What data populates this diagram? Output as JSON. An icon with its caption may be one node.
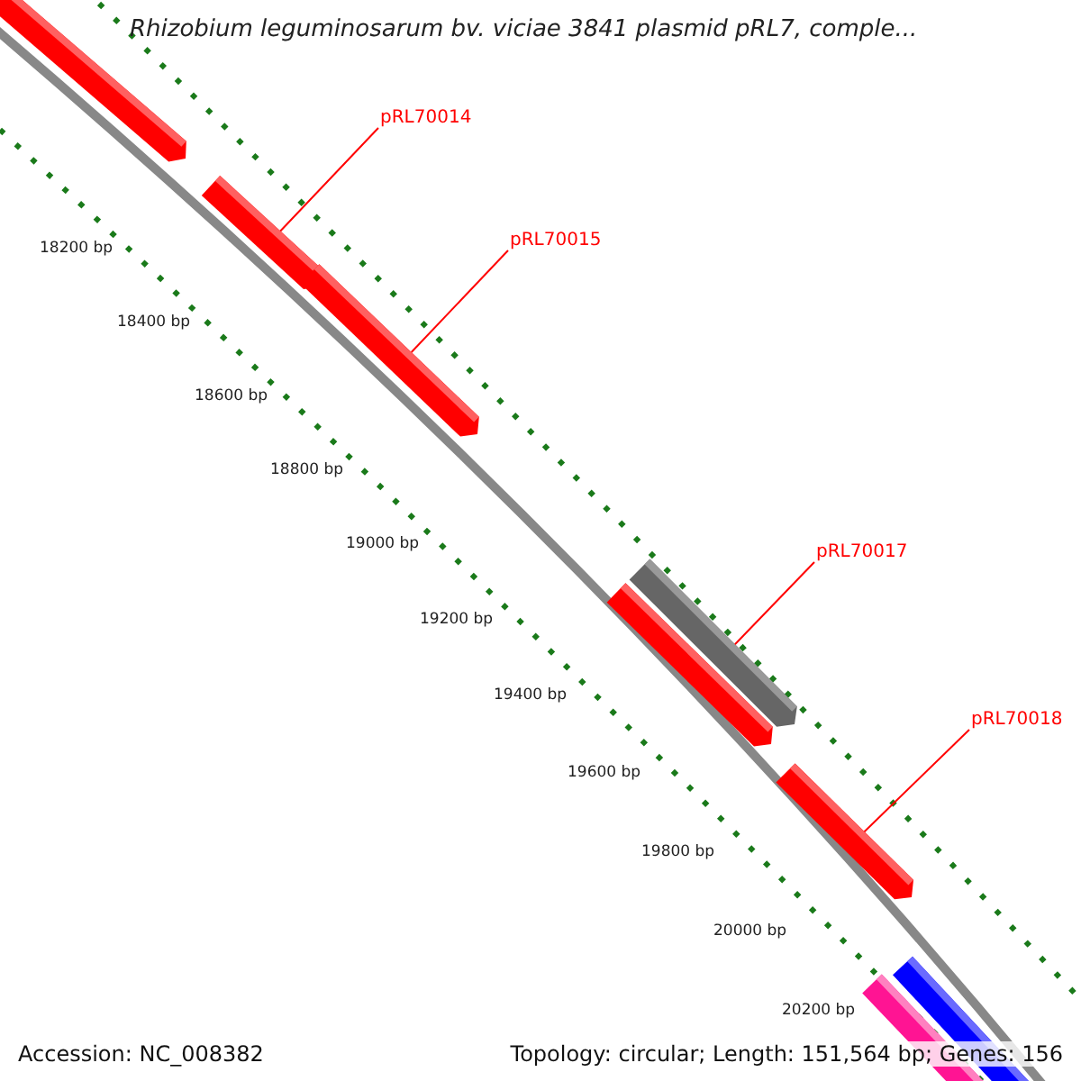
{
  "diagram": {
    "title": "Rhizobium leguminosarum bv. viciae 3841 plasmid pRL7, comple...",
    "nodes": [
      {
        "text": [
          "pRL70014"
        ]
      },
      {
        "text": [
          "pRL70015"
        ]
      },
      {
        "text": [
          "pRL70017"
        ]
      },
      {
        "text": [
          "pRL70018"
        ]
      },
      {
        "text": [],
        "shape": "arrow"
      },
      {
        "text": [],
        "shape": "arrow"
      },
      {
        "text": [],
        "shape": "arrow"
      },
      {
        "text": [],
        "shape": "arrow"
      },
      {
        "text": [],
        "shape": "arrow"
      },
      {
        "text": [],
        "shape": "arrow"
      },
      {
        "text": [],
        "shape": "arrow"
      },
      {
        "text": [],
        "shape": "arrow"
      }
    ],
    "edges": [
      {
        "from": 0,
        "to": 5,
        "arrow": "none"
      },
      {
        "from": 1,
        "to": 6,
        "arrow": "none"
      },
      {
        "from": 2,
        "to": 7,
        "arrow": "none"
      },
      {
        "from": 3,
        "to": 9,
        "arrow": "none"
      }
    ],
    "labels": [
      "18200 bp",
      "18400 bp",
      "18600 bp",
      "18800 bp",
      "19000 bp",
      "19200 bp",
      "19400 bp",
      "19600 bp",
      "19800 bp",
      "20000 bp",
      "20200 bp",
      "Accession: NC_008382",
      "Topology: circular; Length: 151,564 bp; Genes: 156"
    ]
  }
}
